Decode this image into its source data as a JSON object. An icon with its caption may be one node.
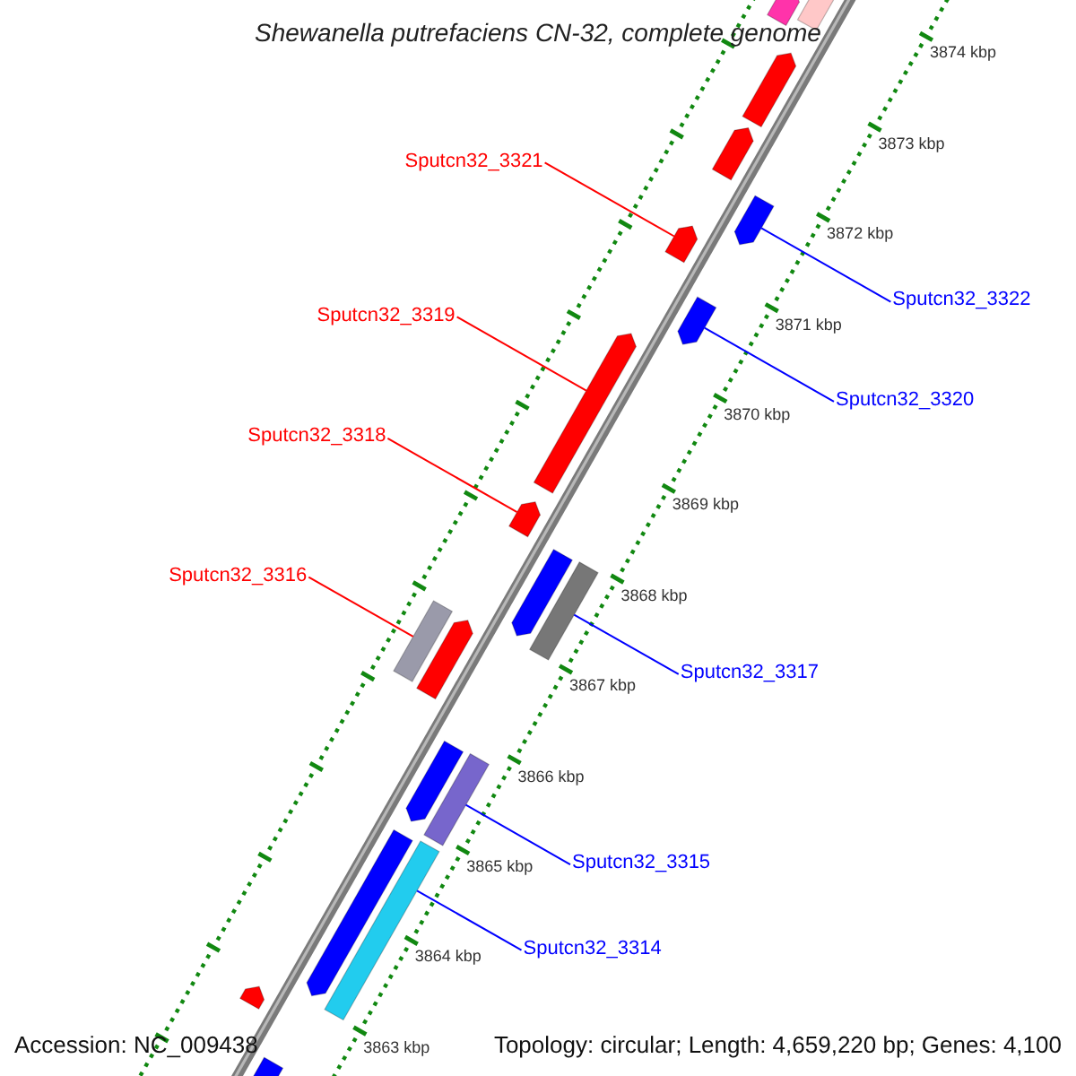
{
  "diagram": {
    "title": "Shewanella putrefaciens CN-32, complete genome",
    "nodes": [
      {
        "text": [
          "Sputcn32_3321"
        ]
      },
      {
        "text": [
          "Sputcn32_3322"
        ]
      },
      {
        "text": [
          "Sputcn32_3319"
        ]
      },
      {
        "text": [
          "Sputcn32_3320"
        ]
      },
      {
        "text": [
          "Sputcn32_3318"
        ]
      },
      {
        "text": [
          "Sputcn32_3316"
        ]
      },
      {
        "text": [
          "Sputcn32_3317"
        ]
      },
      {
        "text": [
          "Sputcn32_3315"
        ]
      },
      {
        "text": [
          "Sputcn32_3314"
        ]
      },
      {
        "text": [],
        "shape": "bar"
      },
      {
        "text": [],
        "shape": "bar"
      },
      {
        "text": [],
        "shape": "bar"
      },
      {
        "text": [],
        "shape": "bar"
      },
      {
        "text": [],
        "shape": "bar"
      },
      {
        "text": [],
        "shape": "bar"
      },
      {
        "text": [],
        "shape": "bar"
      },
      {
        "text": [],
        "shape": "bar"
      },
      {
        "text": [],
        "shape": "bar"
      },
      {
        "text": [],
        "shape": "bar"
      },
      {
        "text": [],
        "shape": "bar"
      },
      {
        "text": [],
        "shape": "bar"
      },
      {
        "text": [],
        "shape": "bar"
      },
      {
        "text": [],
        "shape": "bar"
      },
      {
        "text": [],
        "shape": "bar"
      },
      {
        "text": [],
        "shape": "bar"
      },
      {
        "text": [],
        "shape": "bar"
      },
      {
        "text": [],
        "shape": "bar"
      },
      {
        "text": [],
        "shape": "bar"
      }
    ],
    "edges": [
      {
        "from": 0,
        "to": 14,
        "arrow": "none",
        "color": "#ff0000"
      },
      {
        "from": 1,
        "to": 13,
        "arrow": "none"
      },
      {
        "from": 2,
        "to": 16,
        "arrow": "none",
        "color": "#ff0000"
      },
      {
        "from": 3,
        "to": 15,
        "arrow": "none"
      },
      {
        "from": 4,
        "to": 17,
        "arrow": "none",
        "color": "#ff0000"
      },
      {
        "from": 5,
        "to": 20,
        "arrow": "none",
        "color": "#ff0000"
      },
      {
        "from": 6,
        "to": 18,
        "arrow": "none"
      },
      {
        "from": 7,
        "to": 22,
        "arrow": "none"
      },
      {
        "from": 8,
        "to": 24,
        "arrow": "none"
      }
    ],
    "labels": [
      "3874 kbp",
      "3873 kbp",
      "3872 kbp",
      "3871 kbp",
      "3870 kbp",
      "3869 kbp",
      "3868 kbp",
      "3867 kbp",
      "3866 kbp",
      "3865 kbp",
      "3864 kbp",
      "3863 kbp",
      "Accession: NC_009438",
      "Topology: circular; Length: 4,659,220 bp; Genes: 4,100"
    ]
  }
}
